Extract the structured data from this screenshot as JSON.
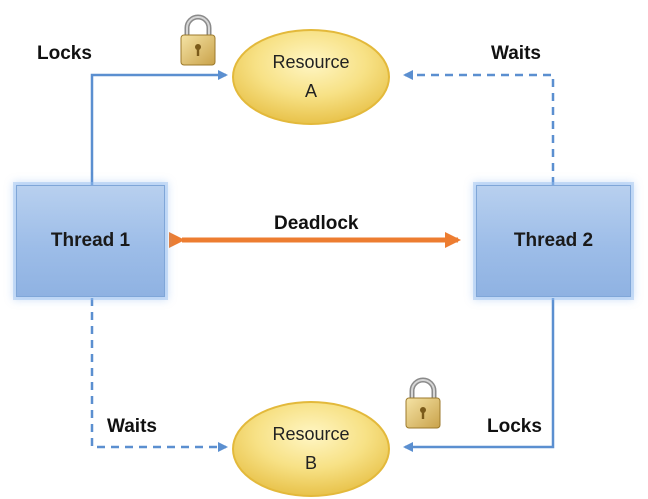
{
  "resources": {
    "a": {
      "line1": "Resource",
      "line2": "A"
    },
    "b": {
      "line1": "Resource",
      "line2": "B"
    }
  },
  "threads": {
    "t1": {
      "label": "Thread 1"
    },
    "t2": {
      "label": "Thread 2"
    }
  },
  "edges": {
    "t1_locks_a": "Locks",
    "t2_waits_a": "Waits",
    "t1_waits_b": "Waits",
    "t2_locks_b": "Locks",
    "deadlock": "Deadlock"
  },
  "icons": {
    "lock_a": "padlock-icon",
    "lock_b": "padlock-icon"
  },
  "colors": {
    "connector": "#5b8fd0",
    "deadlock_arrow": "#ed7d31",
    "resource_fill": "#f6df7a",
    "thread_fill": "#a9c6ec"
  }
}
